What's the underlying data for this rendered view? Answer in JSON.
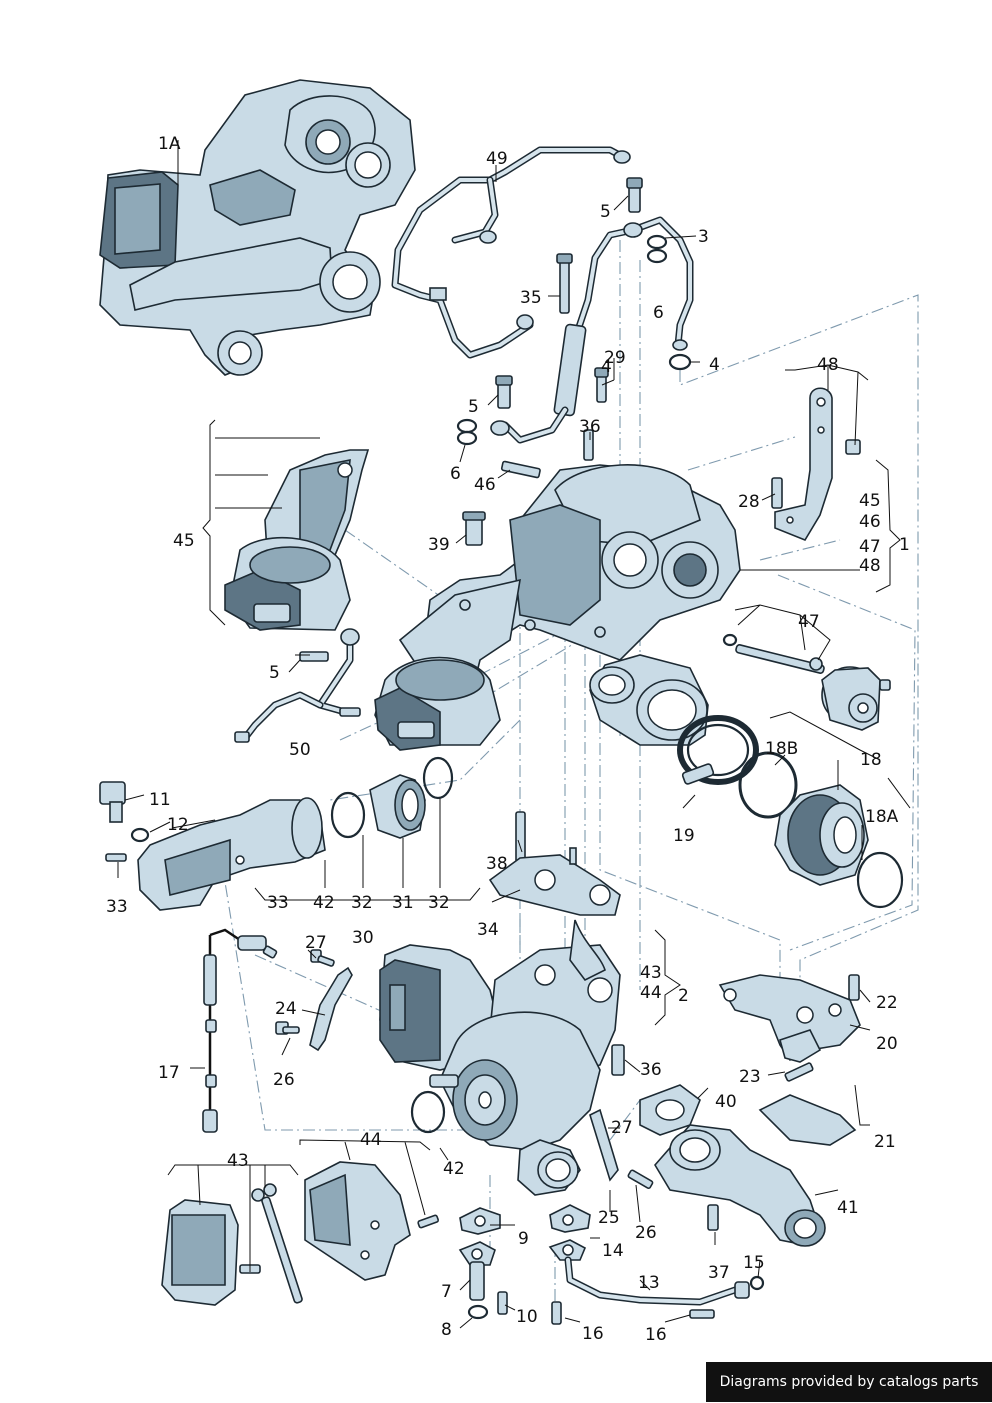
{
  "callouts": {
    "l_1A": "1A",
    "l_49": "49",
    "l_5a": "5",
    "l_3": "3",
    "l_6a": "6",
    "l_4a": "4",
    "l_35": "35",
    "l_29": "29",
    "l_4b": "4",
    "l_5b": "5",
    "l_6b": "6",
    "l_36a": "36",
    "l_46a": "46",
    "l_48a": "48",
    "l_28": "28",
    "l_45a": "45",
    "l_46b": "46",
    "l_47a": "47",
    "l_48b": "48",
    "l_1": "1",
    "l_45b": "45",
    "l_39": "39",
    "l_5c": "5",
    "l_50": "50",
    "l_47b": "47",
    "l_18B": "18B",
    "l_18": "18",
    "l_11": "11",
    "l_12": "12",
    "l_18A": "18A",
    "l_19": "19",
    "l_38": "38",
    "l_33a": "33",
    "l_33b": "33",
    "l_42a": "42",
    "l_32a": "32",
    "l_31": "31",
    "l_32b": "32",
    "l_34": "34",
    "l_30": "30",
    "l_27a": "27",
    "l_43a": "43",
    "l_44a": "44",
    "l_2": "2",
    "l_22": "22",
    "l_24": "24",
    "l_20": "20",
    "l_17": "17",
    "l_26a": "26",
    "l_36b": "36",
    "l_23": "23",
    "l_40": "40",
    "l_27b": "27",
    "l_21": "21",
    "l_44b": "44",
    "l_43b": "43",
    "l_42b": "42",
    "l_41": "41",
    "l_9": "9",
    "l_25": "25",
    "l_26b": "26",
    "l_14": "14",
    "l_15": "15",
    "l_7": "7",
    "l_37": "37",
    "l_13": "13",
    "l_8": "8",
    "l_10": "10",
    "l_16a": "16",
    "l_16b": "16"
  },
  "footer": {
    "credit": "Diagrams provided by catalogs parts"
  }
}
